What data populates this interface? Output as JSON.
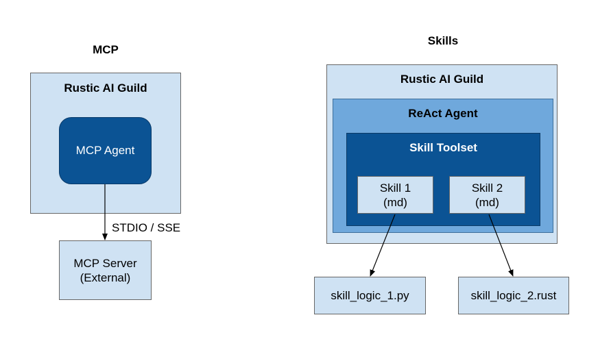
{
  "mcp": {
    "heading": "MCP",
    "guild_label": "Rustic AI Guild",
    "agent_label": "MCP Agent",
    "connection_label": "STDIO / SSE",
    "server_label": "MCP Server\n(External)"
  },
  "skills": {
    "heading": "Skills",
    "guild_label": "Rustic AI Guild",
    "react_agent_label": "ReAct Agent",
    "toolset_label": "Skill Toolset",
    "skill_1_label": "Skill 1\n(md)",
    "skill_2_label": "Skill 2\n(md)",
    "logic_1_label": "skill_logic_1.py",
    "logic_2_label": "skill_logic_2.rust"
  },
  "colors": {
    "light_fill": "#cfe2f3",
    "mid_fill": "#6fa8dc",
    "dark_fill": "#0b5394",
    "border": "#666666"
  }
}
